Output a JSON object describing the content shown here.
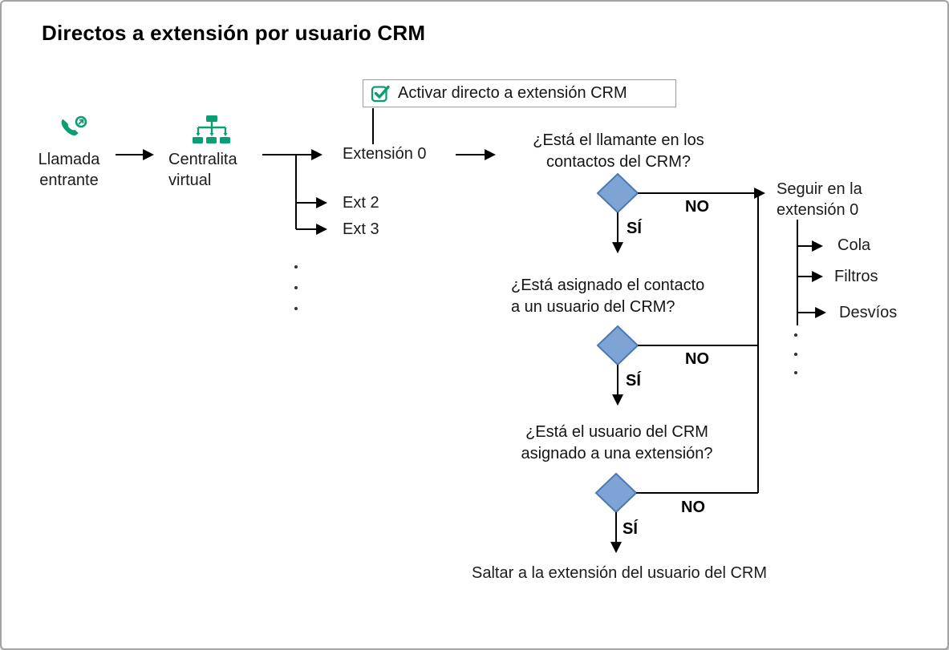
{
  "title": "Directos a extensión por usuario CRM",
  "colors": {
    "icon_green": "#0b9d74",
    "diamond_fill": "#7da4d4",
    "diamond_border": "#4b79b3",
    "connector": "#000000",
    "canvas_border": "#a3a3a3"
  },
  "nodes": {
    "incoming_call": {
      "line1": "Llamada",
      "line2": "entrante"
    },
    "virtual_pbx": {
      "line1": "Centralita",
      "line2": "virtual"
    },
    "activate_option": {
      "label": "Activar directo a extensión CRM"
    },
    "extension0": {
      "label": "Extensión 0"
    },
    "ext2": {
      "label": "Ext 2"
    },
    "ext3": {
      "label": "Ext 3"
    },
    "q1": {
      "line1": "¿Está el llamante en los",
      "line2": "contactos del CRM?"
    },
    "q2": {
      "line1": "¿Está asignado el contacto",
      "line2": "a un usuario del CRM?"
    },
    "q3": {
      "line1": "¿Está el usuario del CRM",
      "line2": "asignado a una extensión?"
    },
    "stay_ext0": {
      "line1": "Seguir en la",
      "line2": "extensión 0"
    },
    "stay_children": [
      "Cola",
      "Filtros",
      "Desvíos"
    ],
    "jump": {
      "label": "Saltar a la extensión del usuario del CRM"
    }
  },
  "edge_labels": {
    "yes": "SÍ",
    "no": "NO"
  }
}
